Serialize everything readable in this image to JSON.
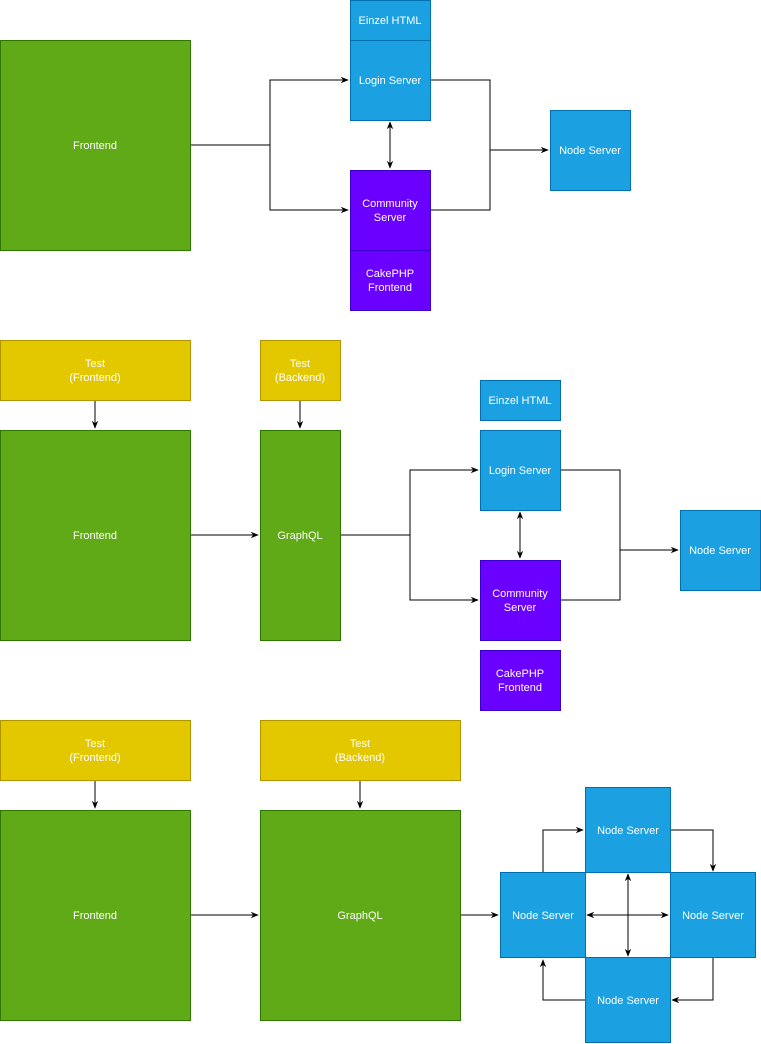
{
  "colors": {
    "green_fill": "#60a917",
    "green_stroke": "#2d7600",
    "blue_fill": "#1ba1e2",
    "blue_stroke": "#006eaf",
    "purple_fill": "#6a00ff",
    "purple_stroke": "#3700cc",
    "yellow_fill": "#e3c800",
    "yellow_stroke": "#b09500",
    "edge": "#000000"
  },
  "diagram1": {
    "frontend": "Frontend",
    "einzel_html": "Einzel HTML",
    "login_server": "Login Server",
    "community_server": [
      "Community",
      "Server"
    ],
    "cakephp_frontend": [
      "CakePHP",
      "Frontend"
    ],
    "node_server": "Node Server"
  },
  "diagram2": {
    "test_frontend": [
      "Test",
      "(Frontend)"
    ],
    "test_backend": [
      "Test",
      "(Backend)"
    ],
    "frontend": "Frontend",
    "graphql": "GraphQL",
    "einzel_html": "Einzel HTML",
    "login_server": "Login Server",
    "community_server": [
      "Community",
      "Server"
    ],
    "cakephp_frontend": [
      "CakePHP",
      "Frontend"
    ],
    "node_server": "Node Server"
  },
  "diagram3": {
    "test_frontend": [
      "Test",
      "(Frontend)"
    ],
    "test_backend": [
      "Test",
      "(Backend)"
    ],
    "frontend": "Frontend",
    "graphql": "GraphQL",
    "node_top": "Node Server",
    "node_left": "Node Server",
    "node_right": "Node Server",
    "node_bottom": "Node Server"
  }
}
